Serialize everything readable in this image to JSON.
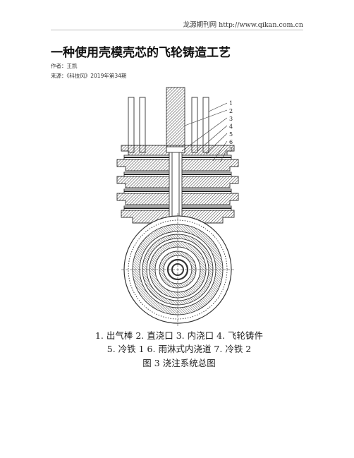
{
  "header": {
    "site": "龙源期刊网 http://www.qikan.com.cn"
  },
  "article": {
    "title": "一种使用壳模壳芯的飞轮铸造工艺",
    "author_label": "作者：",
    "author": "王凯",
    "source_label": "来源：",
    "source": "《科技风》2019年第34期"
  },
  "figure": {
    "callouts": [
      "1",
      "2",
      "3",
      "4",
      "5",
      "6",
      "7"
    ],
    "legend_line1": "1. 出气棒   2. 直浇口   3. 内浇口   4. 飞轮铸件",
    "legend_line2": "5. 冷铁 1   6. 雨淋式内浇道   7. 冷铁 2",
    "caption": "图 3  浇注系统总图"
  }
}
